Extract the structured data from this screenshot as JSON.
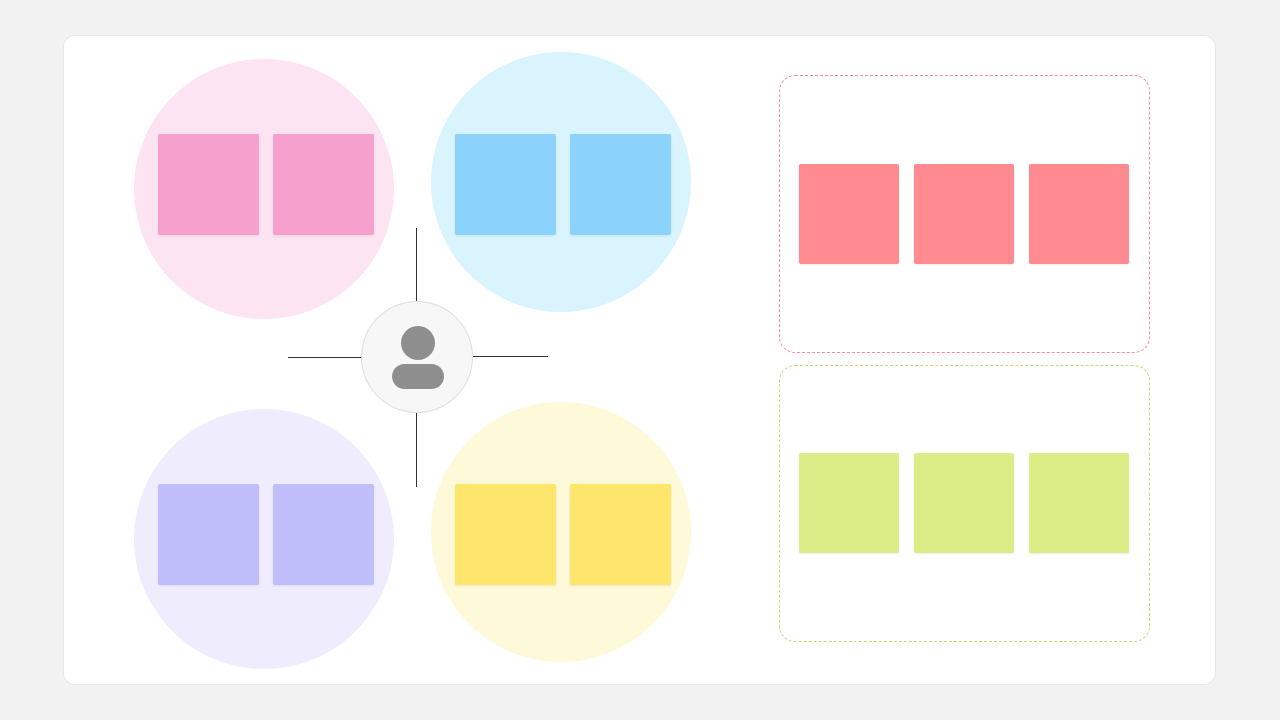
{
  "colors": {
    "page_background": "#f2f2f2",
    "board_background": "#ffffff",
    "pink_circle": "#fde4f2",
    "pink_note": "#f6a1cd",
    "blue_circle": "#d9f4fd",
    "blue_note": "#8bd3fc",
    "purple_circle": "#eeecfd",
    "purple_note": "#c0bdfb",
    "yellow_circle": "#fef9d9",
    "yellow_note": "#fee56c",
    "red_group_border": "#f48a9a",
    "red_note": "#ff8a90",
    "green_group_border": "#c5d877",
    "green_note": "#dced87",
    "axis_line": "#333333",
    "avatar_icon": "#8e8e8e"
  },
  "icons": {
    "center": "user-avatar-icon"
  },
  "quadrants": [
    {
      "name": "top-left",
      "color": "pink",
      "note_count": 2
    },
    {
      "name": "top-right",
      "color": "blue",
      "note_count": 2
    },
    {
      "name": "bottom-left",
      "color": "purple",
      "note_count": 2
    },
    {
      "name": "bottom-right",
      "color": "yellow",
      "note_count": 2
    }
  ],
  "groups": [
    {
      "name": "red-group",
      "note_count": 3
    },
    {
      "name": "green-group",
      "note_count": 3
    }
  ]
}
